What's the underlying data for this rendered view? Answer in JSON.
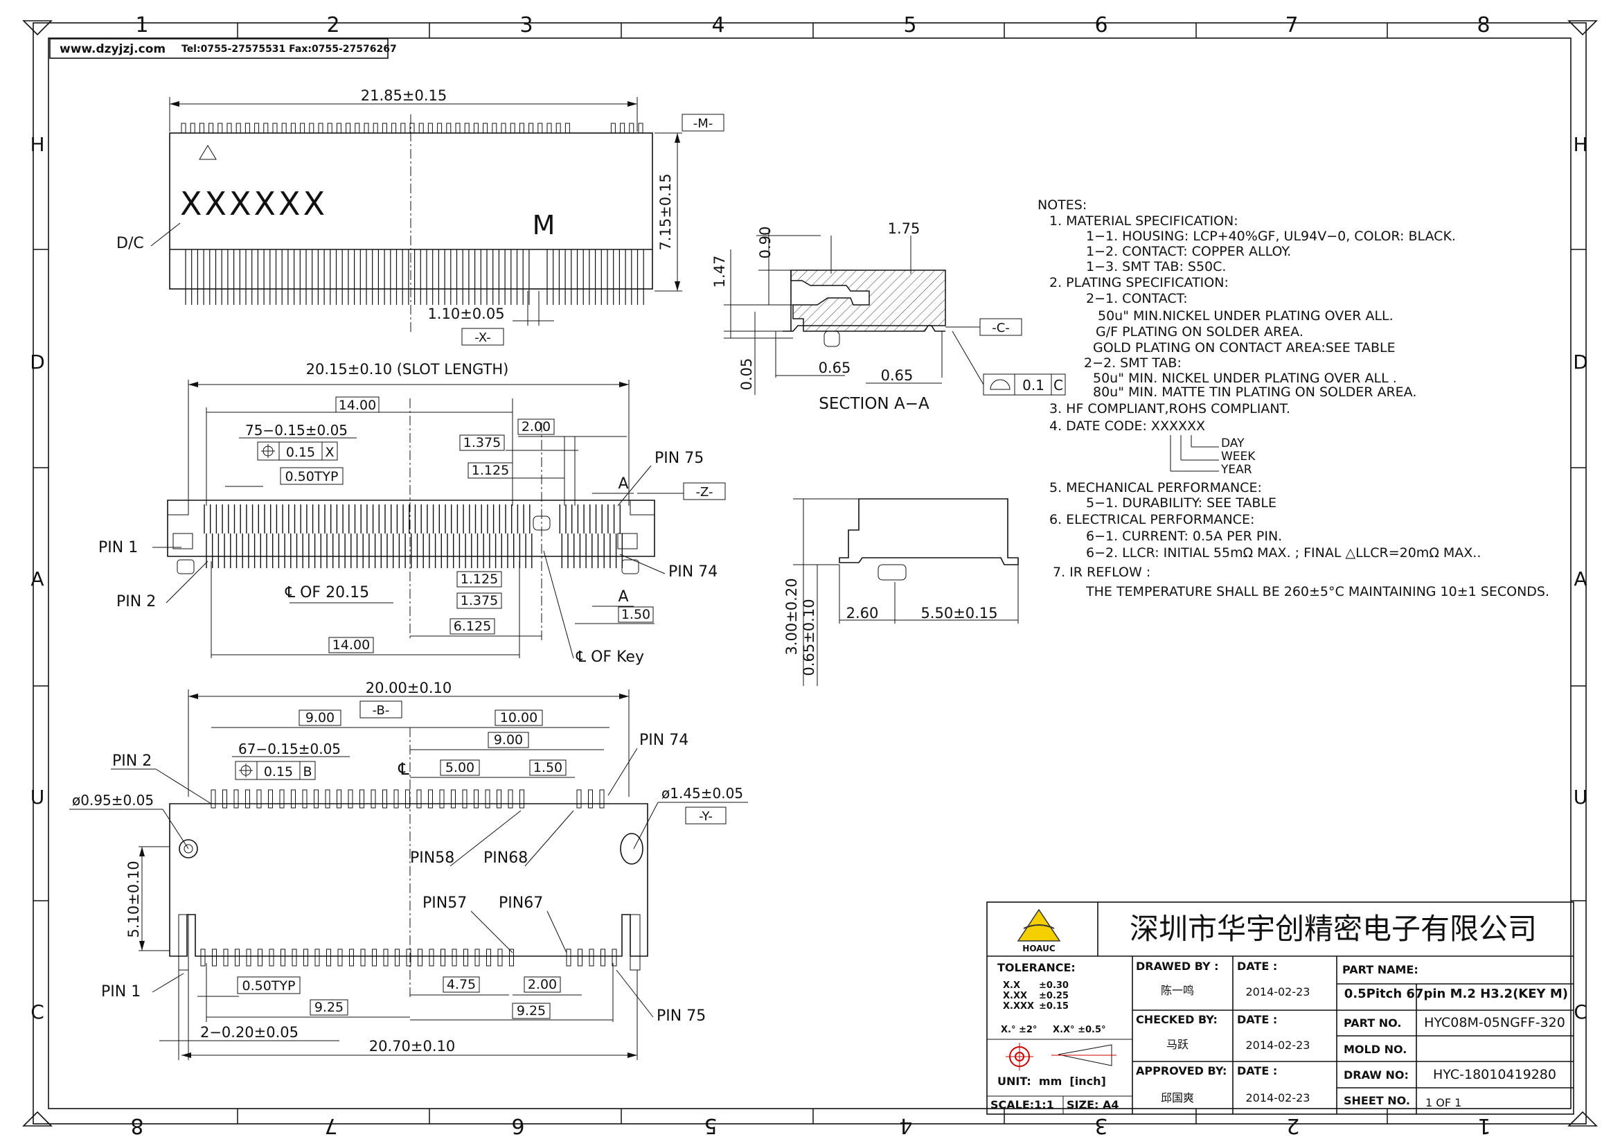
{
  "header": {
    "website": "www.dzyjzj.com",
    "contact": "Tel:0755-27575531  Fax:0755-27576267"
  },
  "grid": {
    "columns": [
      "1",
      "2",
      "3",
      "4",
      "5",
      "6",
      "7",
      "8"
    ],
    "rows": [
      "H",
      "D",
      "A",
      "U",
      "C"
    ]
  },
  "top_view": {
    "width_dim": "21.85±0.15",
    "height_dim": "7.15±0.15",
    "datum_m": "-M-",
    "datum_x": "-X-",
    "mark": "XXXXXX",
    "dc_label": "D/C",
    "key_letter": "M",
    "pitch_dim": "1.10±0.05"
  },
  "front_view": {
    "slot_length": "20.15±0.10 (SLOT LENGTH)",
    "dim_14_top": "14.00",
    "tol_75": "75−0.15±0.05",
    "pos_tol": "0.15",
    "pos_tol_datum": "X",
    "pitch_typ": "0.50TYP",
    "dim_2_00": "2.00",
    "dim_1_375_top": "1.375",
    "dim_1_125_top": "1.125",
    "pin75": "PIN 75",
    "datum_z": "-Z-",
    "section_a_top": "A",
    "pin1": "PIN 1",
    "pin2": "PIN 2",
    "pin74": "PIN 74",
    "dim_1_125_bot": "1.125",
    "cl_20_15": "℄ OF 20.15",
    "dim_1_375_bot": "1.375",
    "section_a_bot": "A",
    "dim_1_50": "1.50",
    "dim_6_125": "6.125",
    "dim_14_bot": "14.00",
    "cl_key": "℄ OF Key"
  },
  "bottom_view": {
    "width_dim": "20.00±0.10",
    "datum_b": "-B-",
    "dim_9_00_left": "9.00",
    "dim_10_00": "10.00",
    "dim_9_00_right": "9.00",
    "tol_67": "67−0.15±0.05",
    "pos_tol": "0.15",
    "pos_tol_datum": "B",
    "cl_mark": "℄",
    "dim_5_00": "5.00",
    "dim_1_50": "1.50",
    "pin2": "PIN 2",
    "pin74": "PIN 74",
    "hole_left": "ø0.95±0.05",
    "hole_right": "ø1.45±0.05",
    "datum_y": "-Y-",
    "pin58": "PIN58",
    "pin68": "PIN68",
    "height_dim": "5.10±0.10",
    "pin57": "PIN57",
    "pin67": "PIN67",
    "pin1": "PIN 1",
    "pitch_typ": "0.50TYP",
    "dim_4_75": "4.75",
    "dim_2_00": "2.00",
    "pin75": "PIN 75",
    "dim_9_25_left": "9.25",
    "dim_9_25_right": "9.25",
    "tab_width": "2−0.20±0.05",
    "total_width": "20.70±0.10"
  },
  "section_view": {
    "dim_1_75": "1.75",
    "dim_0_90": "0.90",
    "dim_1_47": "1.47",
    "dim_0_05": "0.05",
    "dim_0_65_a": "0.65",
    "dim_0_65_b": "0.65",
    "datum_c": "-C-",
    "flatness": "0.1",
    "flatness_datum": "C",
    "title": "SECTION A−A"
  },
  "side_view": {
    "dim_3_00": "3.00±0.20",
    "dim_0_65": "0.65±0.10",
    "dim_2_60": "2.60",
    "dim_5_50": "5.50±0.15"
  },
  "notes": [
    "NOTES:",
    "1. MATERIAL SPECIFICATION:",
    "1−1. HOUSING: LCP+40%GF, UL94V−0, COLOR: BLACK.",
    "1−2. CONTACT: COPPER ALLOY.",
    "1−3. SMT TAB: S50C.",
    "2. PLATING SPECIFICATION:",
    "2−1. CONTACT:",
    "50u\" MIN.NICKEL UNDER PLATING OVER ALL.",
    "G/F PLATING ON SOLDER AREA.",
    "GOLD  PLATING ON CONTACT AREA:SEE TABLE",
    "2−2. SMT TAB:",
    "50u\" MIN. NICKEL UNDER PLATING OVER ALL .",
    "80u\" MIN. MATTE TIN PLATING ON SOLDER AREA.",
    "3. HF COMPLIANT,ROHS COMPLIANT.",
    "4. DATE CODE: XXXXXX",
    "DAY",
    "WEEK",
    "YEAR",
    "5. MECHANICAL PERFORMANCE:",
    "5−1. DURABILITY: SEE TABLE",
    "6. ELECTRICAL PERFORMANCE:",
    "6−1. CURRENT: 0.5A PER PIN.",
    "6−2. LLCR: INITIAL 55mΩ MAX. ; FINAL △LLCR=20mΩ MAX..",
    "7. IR REFLOW :",
    "THE TEMPERATURE SHALL BE 260±5°C MAINTAINING 10±1 SECONDS."
  ],
  "title_block": {
    "logo_text": "HOAUC",
    "company": "深圳市华宇创精密电子有限公司",
    "tolerance_label": "TOLERANCE:",
    "tol_rows": [
      [
        "X.X",
        "±0.30"
      ],
      [
        "X.XX",
        "±0.25"
      ],
      [
        "X.XXX",
        "±0.15"
      ]
    ],
    "angle_tol": "X.° ±2°     X.X° ±0.5°",
    "unit": "UNIT:  mm  [inch]",
    "scale": "SCALE:1:1",
    "size": "SIZE: A4",
    "drawn_by_label": "DRAWED BY :",
    "drawn_by": "陈一鸣",
    "checked_by_label": "CHECKED BY:",
    "checked_by": "马跃",
    "approved_by_label": "APPROVED BY:",
    "approved_by": "邱国爽",
    "date_label": "DATE :",
    "date1": "2014-02-23",
    "date2": "2014-02-23",
    "date3": "2014-02-23",
    "part_name_label": "PART NAME:",
    "part_name": "0.5Pitch 67pin M.2 H3.2(KEY M)",
    "part_no_label": "PART NO.",
    "part_no": "HYC08M-05NGFF-320",
    "mold_no_label": "MOLD NO.",
    "mold_no": "",
    "draw_no_label": "DRAW NO:",
    "draw_no": "HYC-18010419280",
    "sheet_no_label": "SHEET NO.",
    "sheet_no": "1 OF 1"
  }
}
